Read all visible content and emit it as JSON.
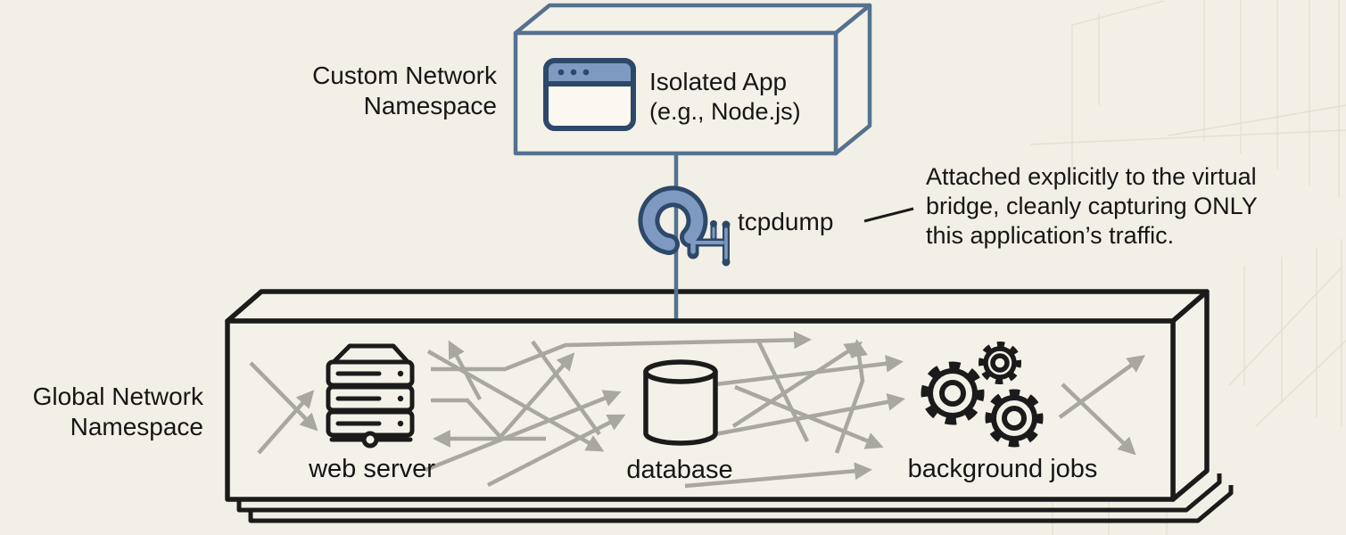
{
  "diagram": {
    "custom_namespace": {
      "label": "Custom Network\nNamespace",
      "node": {
        "label": "Isolated App",
        "sublabel": "(e.g., Node.js)",
        "icon": "app-window-icon"
      }
    },
    "capture_tap": {
      "label": "tcpdump",
      "icon": "clamp-icon"
    },
    "annotation": {
      "text": "Attached explicitly to the virtual\nbridge, cleanly capturing ONLY\nthis application’s traffic."
    },
    "global_namespace": {
      "label": "Global Network\nNamespace",
      "nodes": [
        {
          "label": "web server",
          "icon": "server-rack-icon"
        },
        {
          "label": "database",
          "icon": "database-cylinder-icon"
        },
        {
          "label": "background jobs",
          "icon": "gears-icon"
        }
      ]
    },
    "colors": {
      "background": "#f2efe6",
      "surface": "#f4f1e8",
      "blue_stroke": "#54718f",
      "blue_fill": "#7e9ac1",
      "blue_dark": "#2d4868",
      "black_stroke": "#1b1b1b",
      "arrow_gray": "#a8a7a0",
      "pattern": "#ddd6c6",
      "text": "#161616"
    }
  }
}
